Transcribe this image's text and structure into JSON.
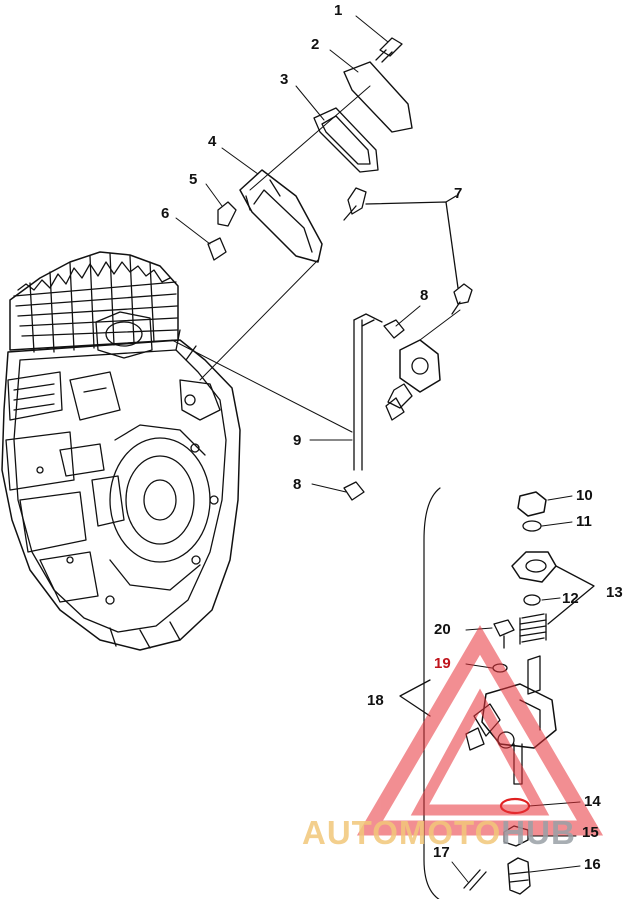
{
  "callouts": [
    {
      "id": "1",
      "label": "1"
    },
    {
      "id": "2",
      "label": "2"
    },
    {
      "id": "3",
      "label": "3"
    },
    {
      "id": "4",
      "label": "4"
    },
    {
      "id": "5",
      "label": "5"
    },
    {
      "id": "6",
      "label": "6"
    },
    {
      "id": "7",
      "label": "7"
    },
    {
      "id": "8a",
      "label": "8"
    },
    {
      "id": "9",
      "label": "9"
    },
    {
      "id": "8b",
      "label": "8"
    },
    {
      "id": "10",
      "label": "10"
    },
    {
      "id": "11",
      "label": "11"
    },
    {
      "id": "13",
      "label": "13"
    },
    {
      "id": "12",
      "label": "12"
    },
    {
      "id": "20",
      "label": "20"
    },
    {
      "id": "19",
      "label": "19"
    },
    {
      "id": "18",
      "label": "18"
    },
    {
      "id": "14",
      "label": "14"
    },
    {
      "id": "15",
      "label": "15"
    },
    {
      "id": "17",
      "label": "17"
    },
    {
      "id": "16",
      "label": "16"
    }
  ],
  "watermark": {
    "brand_primary": "AUTOMOTO",
    "brand_secondary": "HUB",
    "logo_color": "#e8333a",
    "text_color": "#f2c77a",
    "secondary_color": "#9aa0a6"
  },
  "colors": {
    "line": "#111111",
    "highlight_label": "#c0141c",
    "o_ring": "#e02020"
  }
}
